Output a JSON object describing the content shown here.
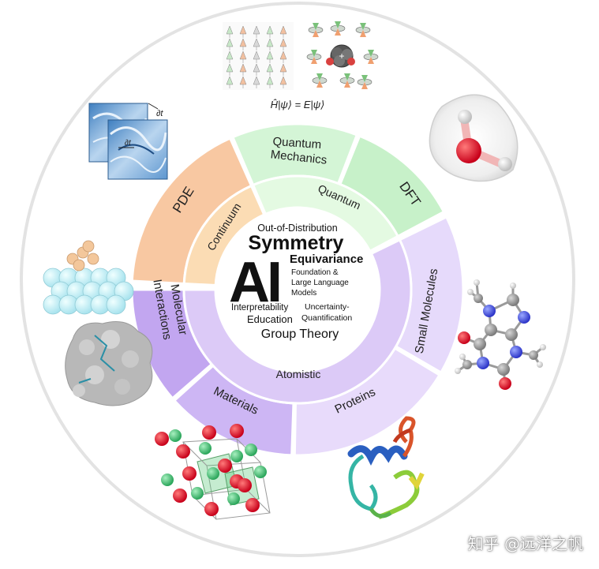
{
  "center": {
    "ai": "AI",
    "out_of_distribution": "Out-of-Distribution",
    "symmetry": "Symmetry",
    "equivariance": "Equivariance",
    "foundation_1": "Foundation &",
    "foundation_2": "Large Language",
    "foundation_3": "Models",
    "interpretability": "Interpretability",
    "uncertainty_1": "Uncertainty-",
    "uncertainty_2": "Quantification",
    "education": "Education",
    "group_theory": "Group Theory"
  },
  "inner_ring": {
    "continuum": "Continuum",
    "quantum": "Quantum",
    "atomistic": "Atomistic"
  },
  "outer_ring": {
    "pde": "PDE",
    "qm_1": "Quantum",
    "qm_2": "Mechanics",
    "dft": "DFT",
    "small_molecules": "Small Molecules",
    "proteins": "Proteins",
    "materials": "Materials",
    "mi_1": "Molecular",
    "mi_2": "Interactions"
  },
  "equation": "Ĥ|ψ⟩ = E|ψ⟩",
  "pde_symbol_1": "∂t",
  "pde_symbol_2": "∂t",
  "watermark": "知乎 @远洋之帆",
  "colors": {
    "continuum_outer": "#f8c8a2",
    "continuum_inner": "#fbdcb4",
    "quantum_outer": "#d4f5d6",
    "quantum_inner": "#e4fae2",
    "atomistic_outer": "#d6c1f6",
    "atomistic_inner": "#dccaf7",
    "molecular_interactions": "#c2a6f0",
    "proteins": "#e8dbfb"
  }
}
